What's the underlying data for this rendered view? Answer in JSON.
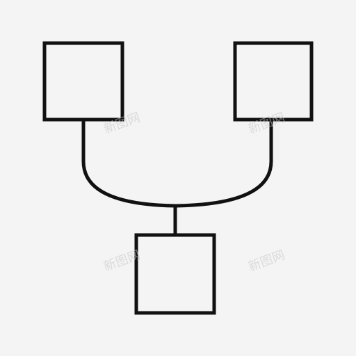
{
  "icon": {
    "name": "hierarchy-merge-icon",
    "stroke_color": "#111111",
    "fill_color": "#f4f4f4",
    "background_color": "#f4f4f4"
  },
  "nodes": [
    {
      "id": "top-left",
      "label": ""
    },
    {
      "id": "top-right",
      "label": ""
    },
    {
      "id": "bottom",
      "label": ""
    }
  ],
  "edges": [
    {
      "from": "top-left",
      "to": "bottom"
    },
    {
      "from": "top-right",
      "to": "bottom"
    }
  ],
  "watermark": {
    "text": "新图网"
  }
}
